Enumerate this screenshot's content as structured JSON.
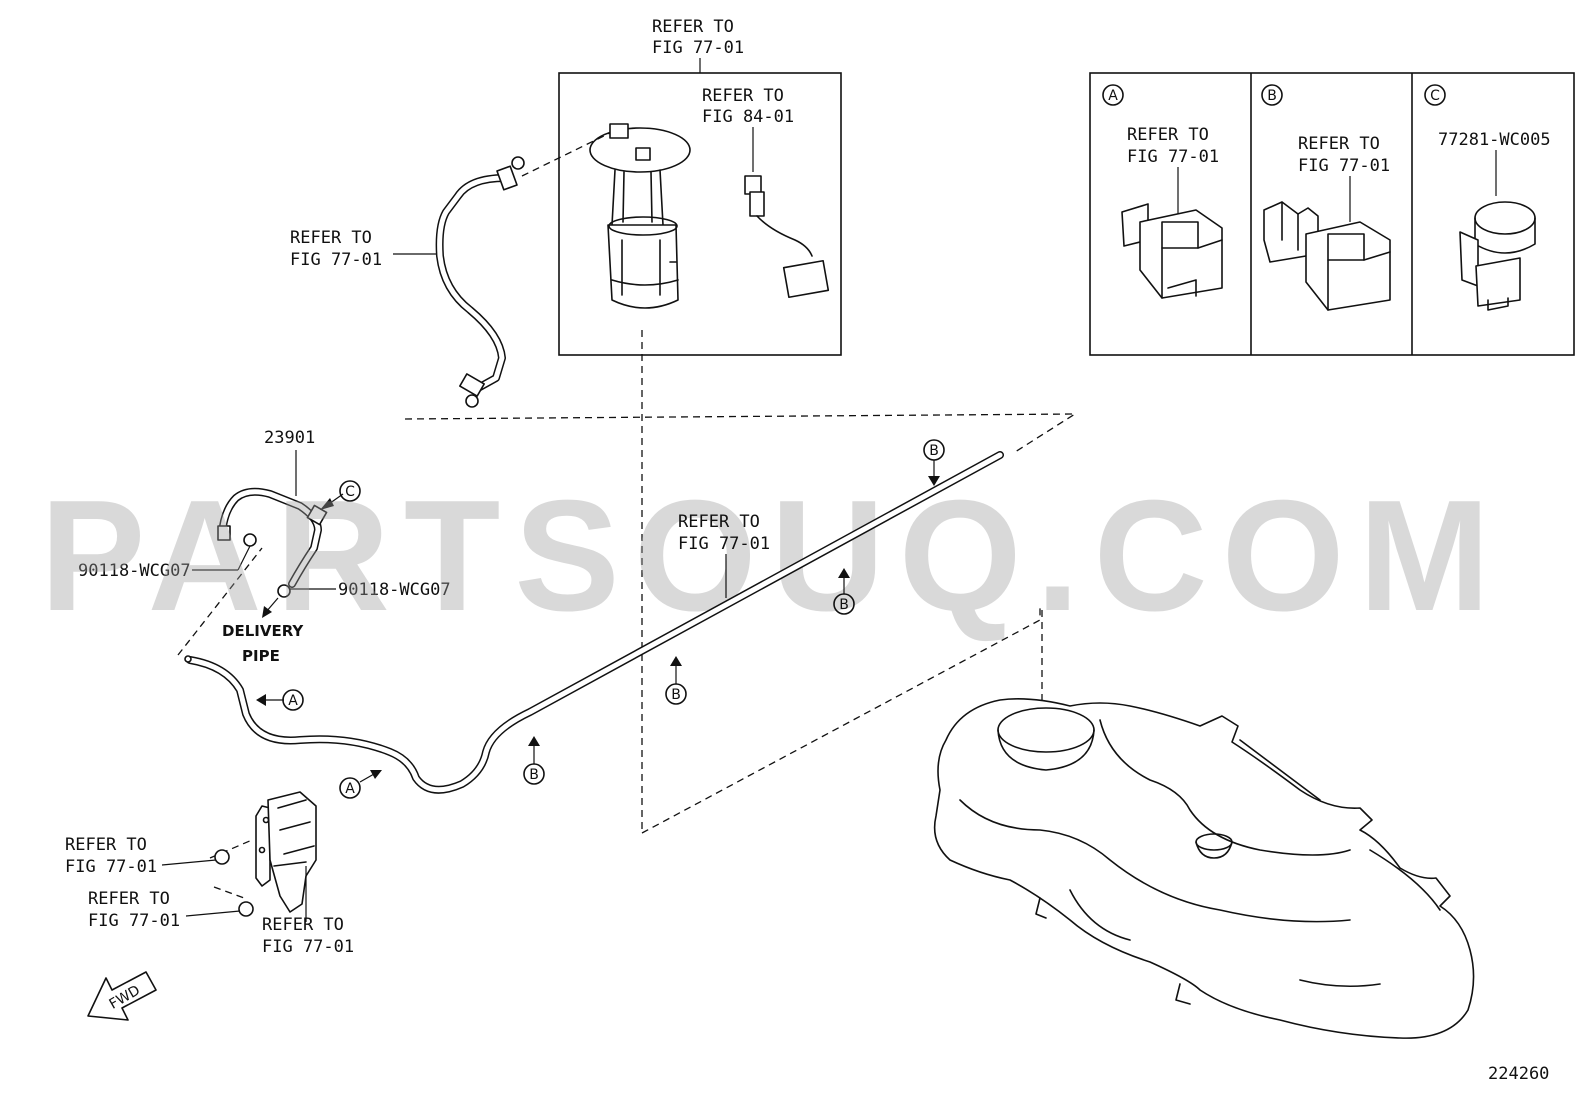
{
  "labels": {
    "refer_top_1": "REFER TO",
    "refer_top_2": "FIG 77-01",
    "refer_sender_1": "REFER TO",
    "refer_sender_2": "FIG 84-01",
    "refer_tube_1": "REFER TO",
    "refer_tube_2": "FIG 77-01",
    "part_23901": "23901",
    "gasket_left": "90118-WCG07",
    "gasket_right": "90118-WCG07",
    "delivery_1": "DELIVERY",
    "delivery_2": "PIPE",
    "refer_mid_1": "REFER TO",
    "refer_mid_2": "FIG 77-01",
    "refer_bolt1_1": "REFER TO",
    "refer_bolt1_2": "FIG 77-01",
    "refer_bolt2_1": "REFER TO",
    "refer_bolt2_2": "FIG 77-01",
    "refer_protector_1": "REFER TO",
    "refer_protector_2": "FIG 77-01",
    "fwd": "FWD",
    "diagram_number": "224260"
  },
  "detail_panel": {
    "a_letter": "A",
    "a_refer_1": "REFER TO",
    "a_refer_2": "FIG 77-01",
    "b_letter": "B",
    "b_refer_1": "REFER TO",
    "b_refer_2": "FIG 77-01",
    "c_letter": "C",
    "c_part": "77281-WC005"
  },
  "callouts": {
    "a": "A",
    "b": "B",
    "c": "C"
  },
  "watermark": "PARTSOUQ.COM"
}
